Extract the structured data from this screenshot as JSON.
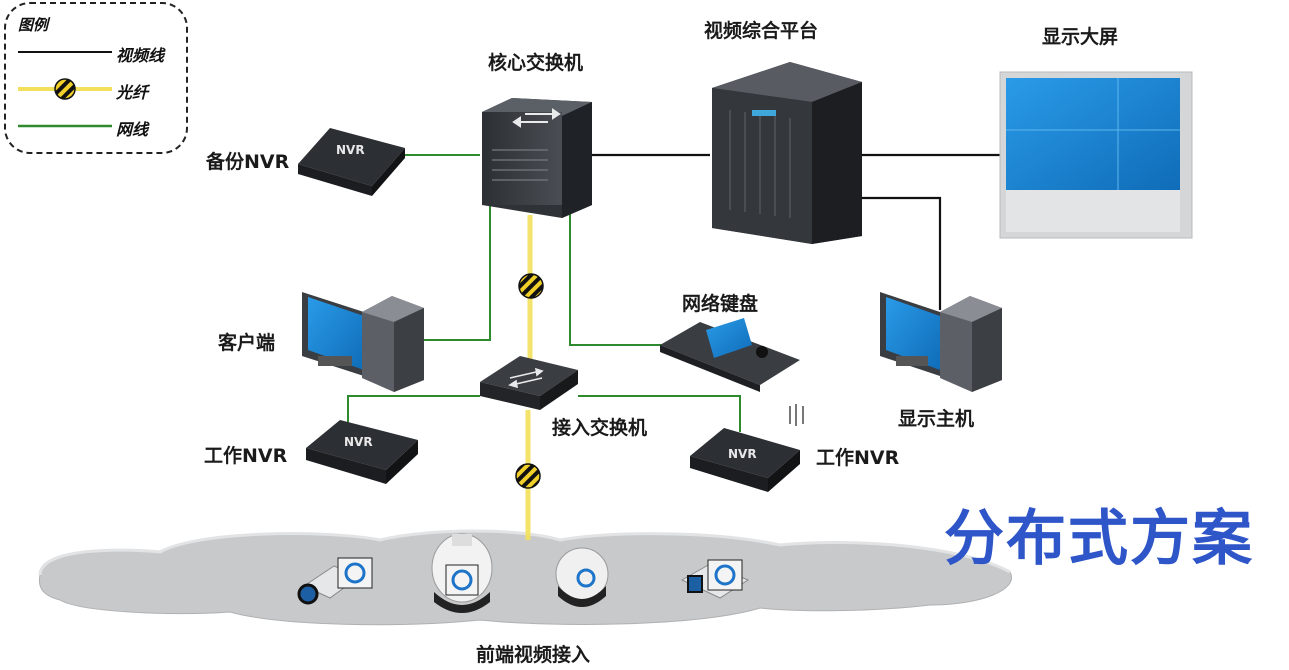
{
  "legend": {
    "title": "图例",
    "items": [
      {
        "label": "视频线",
        "color": "#111111"
      },
      {
        "label": "光纤",
        "color": "#f3e05a"
      },
      {
        "label": "网线",
        "color": "#2f8a2f"
      }
    ]
  },
  "nodes": {
    "core_switch": "核心交换机",
    "video_platform": "视频综合平台",
    "display_wall": "显示大屏",
    "backup_nvr": "备份NVR",
    "client": "客户端",
    "network_keyboard": "网络键盘",
    "display_host": "显示主机",
    "access_switch": "接入交换机",
    "work_nvr_left": "工作NVR",
    "work_nvr_right": "工作NVR",
    "frontend_video": "前端视频接入"
  },
  "device_text": {
    "nvr": "NVR"
  },
  "banner": "分布式方案",
  "colors": {
    "video_line": "#111111",
    "fiber_line": "#f3e05a",
    "network_line": "#2f8a2f",
    "banner": "#2f56c9",
    "screen_blue": "#1d86d6"
  }
}
